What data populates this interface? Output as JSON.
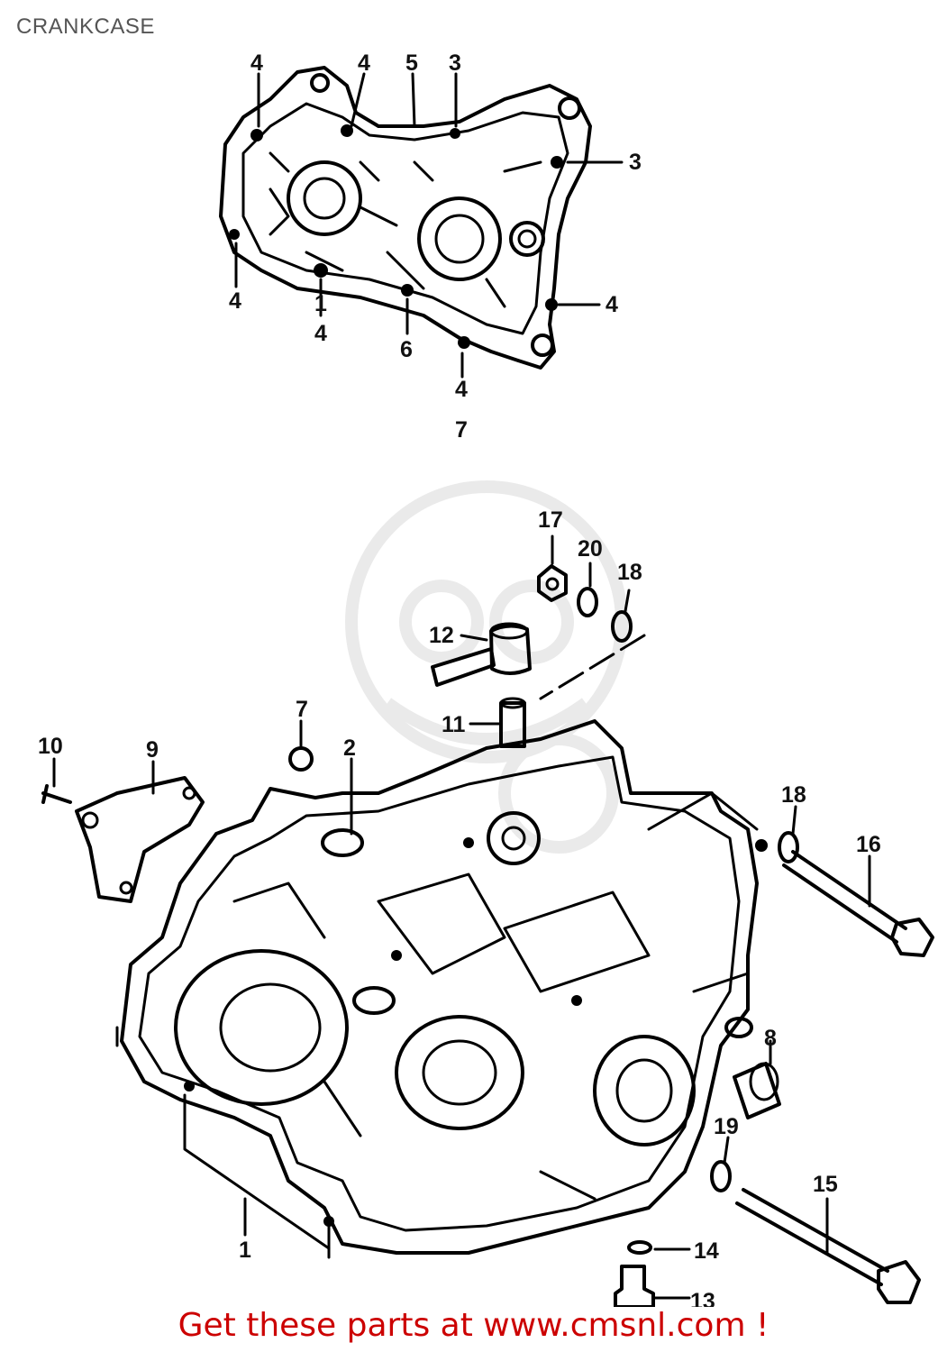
{
  "title": "CRANKCASE",
  "footer": "Get these parts at www.cmsnl.com !",
  "watermark": "cmsnl.com",
  "colors": {
    "footer": "#cc0000",
    "title": "#555555",
    "lines": "#000000"
  },
  "callouts": {
    "c4a": "4",
    "c4b": "4",
    "c5": "5",
    "c3a": "3",
    "c3b": "3",
    "c4c": "4",
    "c1a": "1",
    "c4d": "4",
    "c6": "6",
    "c4e": "4",
    "c4f": "4",
    "c7a": "7",
    "c17": "17",
    "c20": "20",
    "c18a": "18",
    "c12": "12",
    "c7b": "7",
    "c11": "11",
    "c10": "10",
    "c9": "9",
    "c2": "2",
    "c18b": "18",
    "c16": "16",
    "c8": "8",
    "c19": "19",
    "c15": "15",
    "c1b": "1",
    "c14": "14",
    "c13": "13"
  }
}
